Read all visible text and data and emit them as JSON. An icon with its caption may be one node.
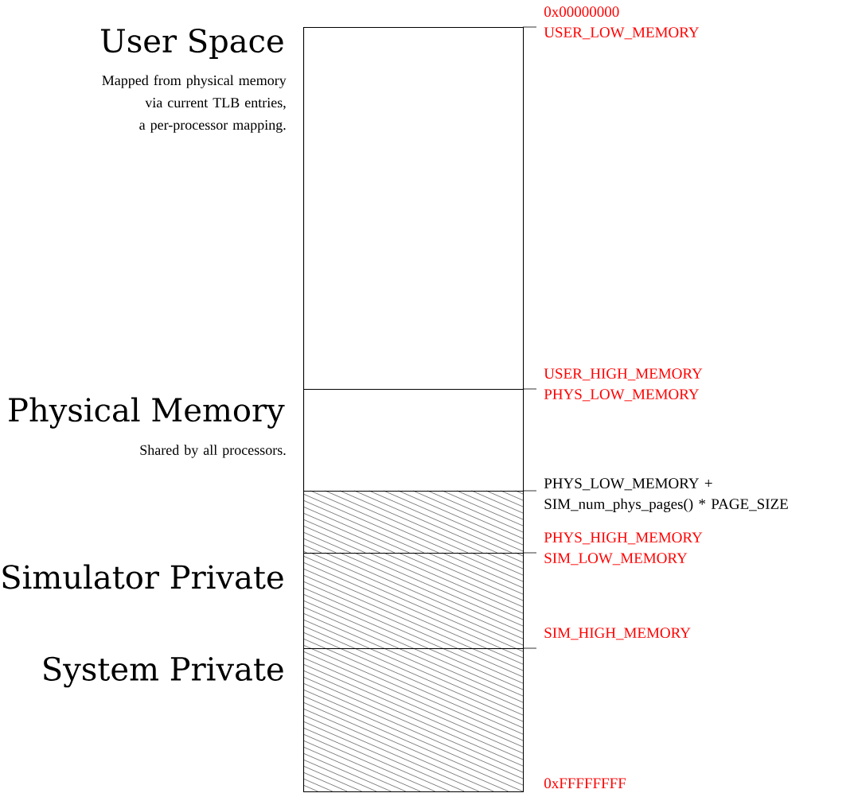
{
  "diagram": {
    "nodes": [
      {
        "text": [
          "User Space",
          "Mapped from physical memory via current TLB entries, a per-processor mapping."
        ],
        "beside": [
          "0x00000000",
          "USER_LOW_MEMORY",
          "USER_HIGH_MEMORY"
        ]
      },
      {
        "text": [
          "Physical Memory",
          "Shared by all processors."
        ],
        "beside": [
          "PHYS_LOW_MEMORY"
        ]
      },
      {
        "text": [],
        "shape": "box",
        "beside": [
          "PHYS_LOW_MEMORY + SIM_num_phys_pages() * PAGE_SIZE",
          "PHYS_HIGH_MEMORY"
        ]
      },
      {
        "text": [
          "Simulator Private"
        ],
        "beside": [
          "SIM_LOW_MEMORY",
          "SIM_HIGH_MEMORY"
        ]
      },
      {
        "text": [
          "System Private"
        ],
        "beside": [
          "0xFFFFFFFF"
        ]
      }
    ]
  }
}
